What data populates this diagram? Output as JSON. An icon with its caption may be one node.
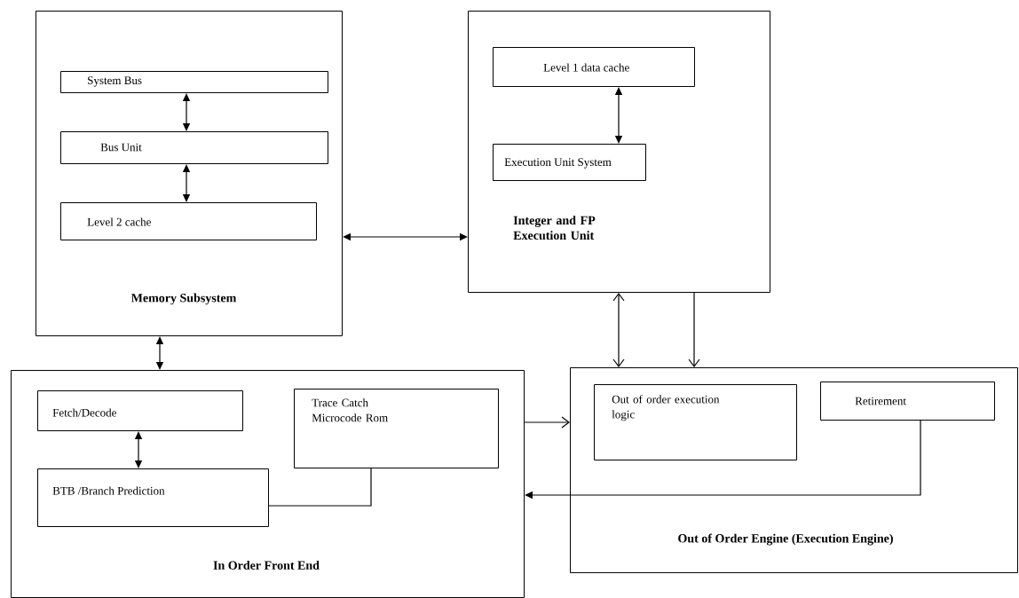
{
  "diagram": {
    "nodes": [
      {
        "text": [
          "Memory Subsystem"
        ]
      },
      {
        "text": [
          "System Bus"
        ],
        "in": 0
      },
      {
        "text": [
          "Bus Unit"
        ],
        "in": 0
      },
      {
        "text": [
          "Level 2 cache"
        ],
        "in": 0
      },
      {
        "text": [
          "Integer and FP Execution Unit"
        ]
      },
      {
        "text": [
          "Level 1 data cache"
        ],
        "in": 4
      },
      {
        "text": [
          "Execution Unit System"
        ],
        "in": 4
      },
      {
        "text": [
          "In Order Front End"
        ]
      },
      {
        "text": [
          "Fetch/Decode"
        ],
        "in": 7
      },
      {
        "text": [
          "BTB /Branch Prediction"
        ],
        "in": 7
      },
      {
        "text": [
          "Trace Catch Microcode Rom"
        ],
        "in": 7
      },
      {
        "text": [
          "Out of Order Engine (Execution Engine)"
        ]
      },
      {
        "text": [
          "Out of order execution logic"
        ],
        "in": 11
      },
      {
        "text": [
          "Retirement"
        ],
        "in": 11
      }
    ],
    "edges": [
      {
        "from": 1,
        "to": 2,
        "arrow": "both"
      },
      {
        "from": 2,
        "to": 3,
        "arrow": "both"
      },
      {
        "from": 0,
        "to": 4,
        "arrow": "both"
      },
      {
        "from": 0,
        "to": 7,
        "arrow": "both"
      },
      {
        "from": 5,
        "to": 6,
        "arrow": "both"
      },
      {
        "from": 4,
        "to": 11,
        "arrow": "both"
      },
      {
        "from": 4,
        "to": 11,
        "arrow": "to"
      },
      {
        "from": 7,
        "to": 11,
        "arrow": "to"
      },
      {
        "from": 8,
        "to": 9,
        "arrow": "both"
      },
      {
        "from": 9,
        "to": 10,
        "arrow": "none"
      },
      {
        "from": 13,
        "to": 7,
        "arrow": "to"
      }
    ]
  }
}
